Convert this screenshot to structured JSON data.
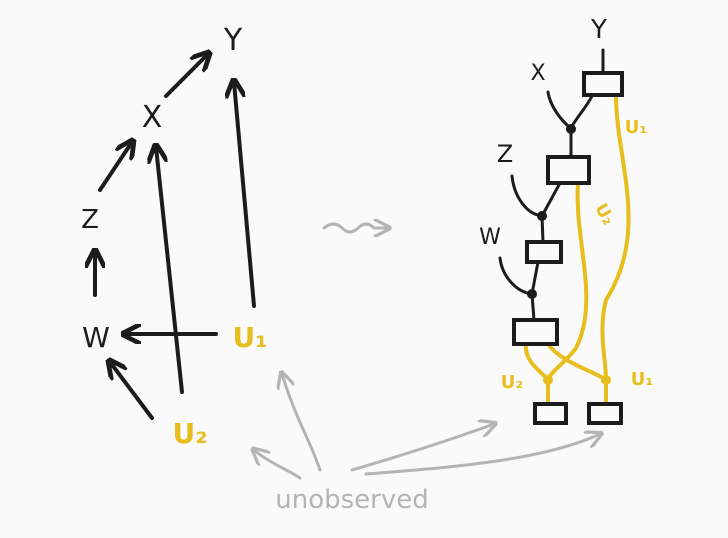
{
  "colors": {
    "ink": "#1c1c1c",
    "unobserved": "#e8be1e",
    "annotation": "#b4b4b4",
    "background": "#fafafa"
  },
  "left_graph": {
    "nodes": {
      "y": "Y",
      "x": "X",
      "z": "Z",
      "w": "W",
      "u1": "U₁",
      "u2": "U₂"
    }
  },
  "transform_symbol": "⇝",
  "right_graph": {
    "labels": {
      "y": "Y",
      "x": "X",
      "z": "Z",
      "w": "W",
      "u1_top": "U₁",
      "u2_mid": "U₂",
      "u2_bottom": "U₂",
      "u1_bottom": "U₁"
    }
  },
  "annotation": {
    "text": "unobserved"
  }
}
